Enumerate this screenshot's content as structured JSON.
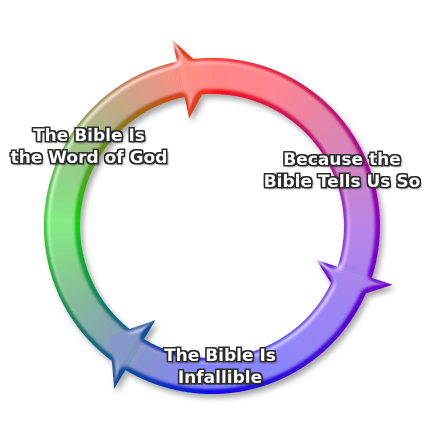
{
  "diagram": {
    "type": "cycle",
    "direction": "clockwise",
    "ring_colors": [
      "#ff1a1a",
      "#8a00c8",
      "#1010e8",
      "#10cc10",
      "#ff2a1a"
    ],
    "nodes": [
      {
        "id": "word-of-god",
        "line1": "The Bible Is",
        "line2": "the Word of God"
      },
      {
        "id": "bible-tells",
        "line1": "Because the",
        "line2": "Bible Tells Us So"
      },
      {
        "id": "infallible",
        "line1": "The Bible Is",
        "line2": "Infallible"
      }
    ]
  }
}
